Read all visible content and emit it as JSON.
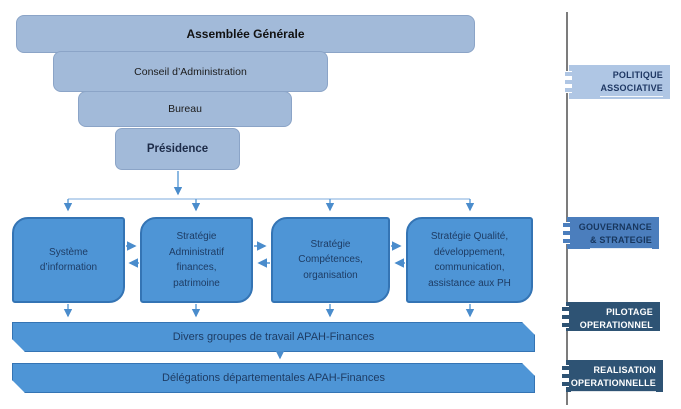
{
  "funnel": [
    {
      "label": "Assemblée Générale"
    },
    {
      "label": "Conseil d’Administration"
    },
    {
      "label": "Bureau"
    },
    {
      "label": "Présidence"
    }
  ],
  "strategy_boxes": [
    {
      "lines": [
        "Système",
        "d’information"
      ]
    },
    {
      "lines": [
        "Stratégie",
        "Administratif",
        "finances,",
        "patrimoine"
      ]
    },
    {
      "lines": [
        "Stratégie",
        "Compétences,",
        "organisation"
      ]
    },
    {
      "lines": [
        "Stratégie Qualité,",
        "développement,",
        "communication,",
        "assistance aux PH"
      ]
    }
  ],
  "bottom_bars": [
    {
      "label": "Divers groupes de travail APAH-Finances"
    },
    {
      "label": "Délégations départementales APAH-Finances"
    }
  ],
  "side_labels": [
    {
      "line1": "POLITIQUE",
      "line2": "ASSOCIATIVE"
    },
    {
      "line1": "GOUVERNANCE",
      "line2": "& STRATEGIE"
    },
    {
      "line1": "PILOTAGE",
      "line2": "OPERATIONNEL"
    },
    {
      "line1": "REALISATION",
      "line2": "OPERATIONNELLE"
    }
  ],
  "colors": {
    "funnel_fill": "#a2bad9",
    "box_fill": "#4e95d6",
    "box_border": "#3474b4",
    "box_text": "#1e3c64",
    "arrow": "#5b9bd5",
    "rail": "#a9c7e8",
    "side_light": "#afc6e4",
    "side_medium": "#4b7ebd",
    "side_dark": "#2e5374",
    "side_text_dark": "#1f3864",
    "separator": "#7c7c7c"
  }
}
